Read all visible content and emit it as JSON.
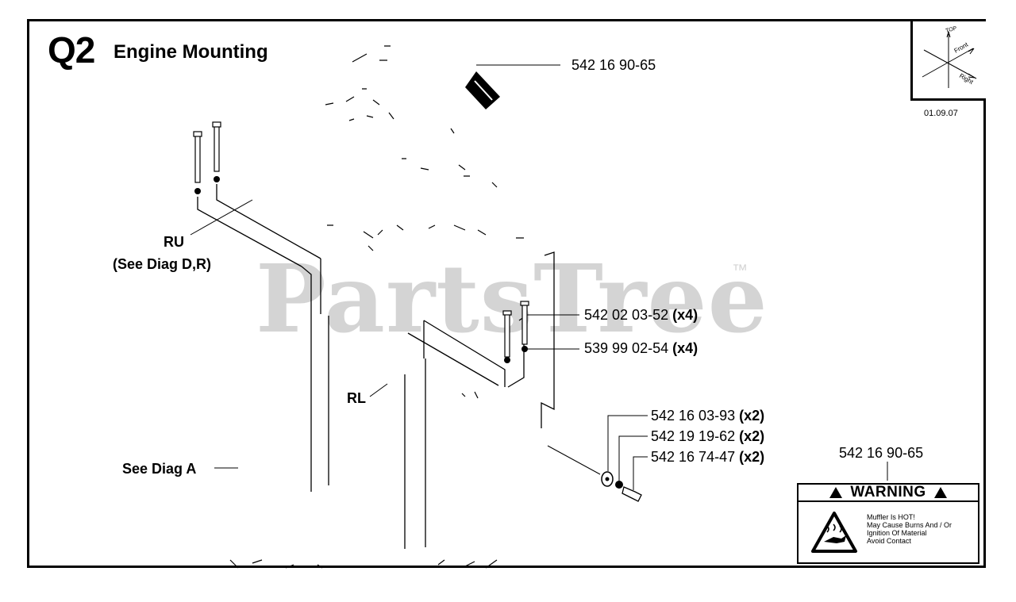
{
  "diagram": {
    "code": "Q2",
    "title": "Engine Mounting",
    "watermark": "PartsTree",
    "trademark": "™",
    "date": "01.09.07",
    "orientation": {
      "top_label": "TOP",
      "front_label": "Front",
      "right_label": "Right"
    },
    "callouts": {
      "decal_top": {
        "part": "542 16 90-65"
      },
      "bolt": {
        "part": "542 02 03-52",
        "qty": "(x4)"
      },
      "nut": {
        "part": "539 99 02-54",
        "qty": "(x4)"
      },
      "washer": {
        "part": "542 16 03-93",
        "qty": "(x2)"
      },
      "lockwasher": {
        "part": "542 19 19-62",
        "qty": "(x2)"
      },
      "screw": {
        "part": "542 16 74-47",
        "qty": "(x2)"
      },
      "warning_decal": {
        "part": "542 16 90-65"
      }
    },
    "refs": {
      "ru": "RU",
      "ru_see": "(See Diag D,R)",
      "rl": "RL",
      "see_a": "See Diag A"
    },
    "warning": {
      "heading": "WARNING",
      "lines": [
        "Muffler Is HOT!",
        "May Cause Burns And / Or",
        "Ignition Of Material",
        "Avoid Contact"
      ]
    }
  }
}
